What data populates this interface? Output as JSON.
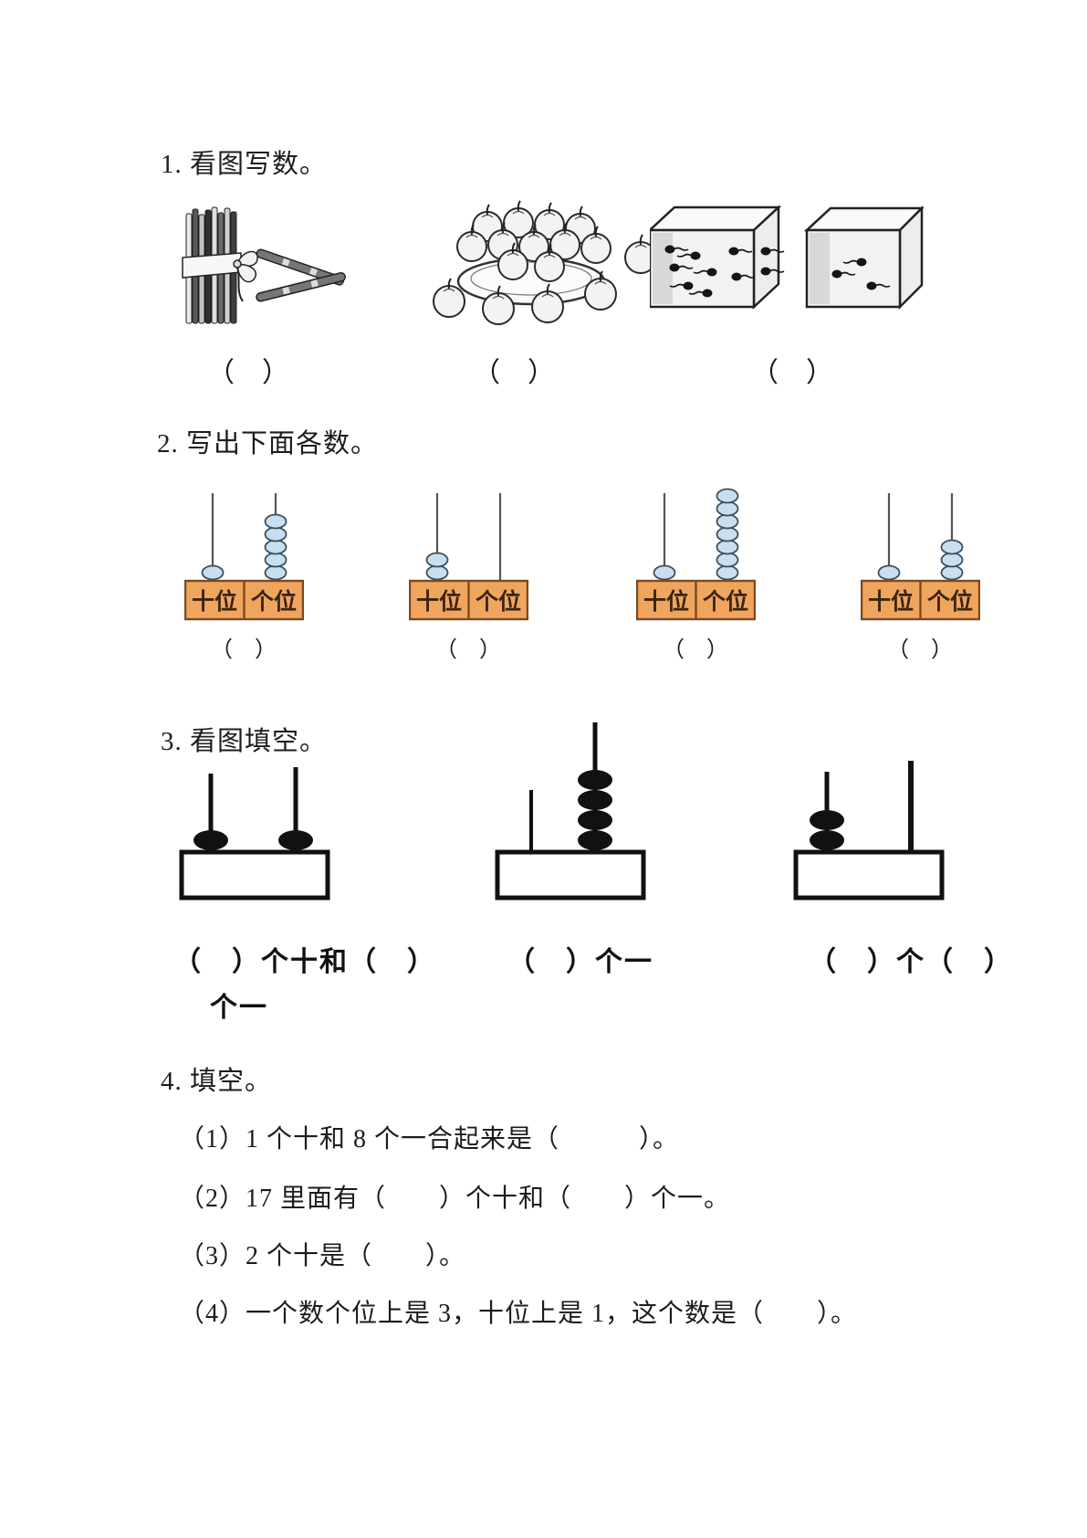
{
  "colors": {
    "ink": "#1c1c1c",
    "figure_line": "#222222",
    "q2_table_fill": "#f0a55f",
    "q2_table_border": "#7b4a1f",
    "q2_bead_fill": "#c7dff0",
    "q2_bead_border": "#3e4d58",
    "q2_rod": "#555555",
    "q3_ink": "#111111"
  },
  "q1": {
    "title": "1. 看图写数。",
    "answer_blank": "（　）",
    "sticks": {
      "bundles": 1,
      "loose": 2
    },
    "apples": {
      "on_plate": 11,
      "loose": 5
    },
    "tadpole_boxes": [
      {
        "front": 8,
        "side": 2
      },
      {
        "front": 3,
        "side": 0
      }
    ]
  },
  "q2": {
    "title": "2. 写出下面各数。",
    "tens_label": "十位",
    "ones_label": "个位",
    "answer_blank": "（　）",
    "abacuses": [
      {
        "tens": 1,
        "ones": 5
      },
      {
        "tens": 2,
        "ones": 0
      },
      {
        "tens": 1,
        "ones": 7
      },
      {
        "tens": 1,
        "ones": 3
      }
    ]
  },
  "q3": {
    "title": "3. 看图填空。",
    "abacuses": [
      {
        "left_beads": 1,
        "right_beads": 1,
        "caption_line1": "（　）个十和（　）",
        "caption_line2": "个一"
      },
      {
        "left_beads": 0,
        "right_beads": 4,
        "caption_line1": "（　）个一",
        "caption_line2": ""
      },
      {
        "left_beads": 2,
        "right_beads": 0,
        "caption_line1": "（　）个（　）",
        "caption_line2": ""
      }
    ]
  },
  "q4": {
    "title": "4. 填空。",
    "items": [
      "（1）1 个十和 8 个一合起来是（　　　）。",
      "（2）17 里面有（　　）个十和（　　）个一。",
      "（3）2 个十是（　　）。",
      "（4）一个数个位上是 3，十位上是 1，这个数是（　　）。"
    ]
  }
}
